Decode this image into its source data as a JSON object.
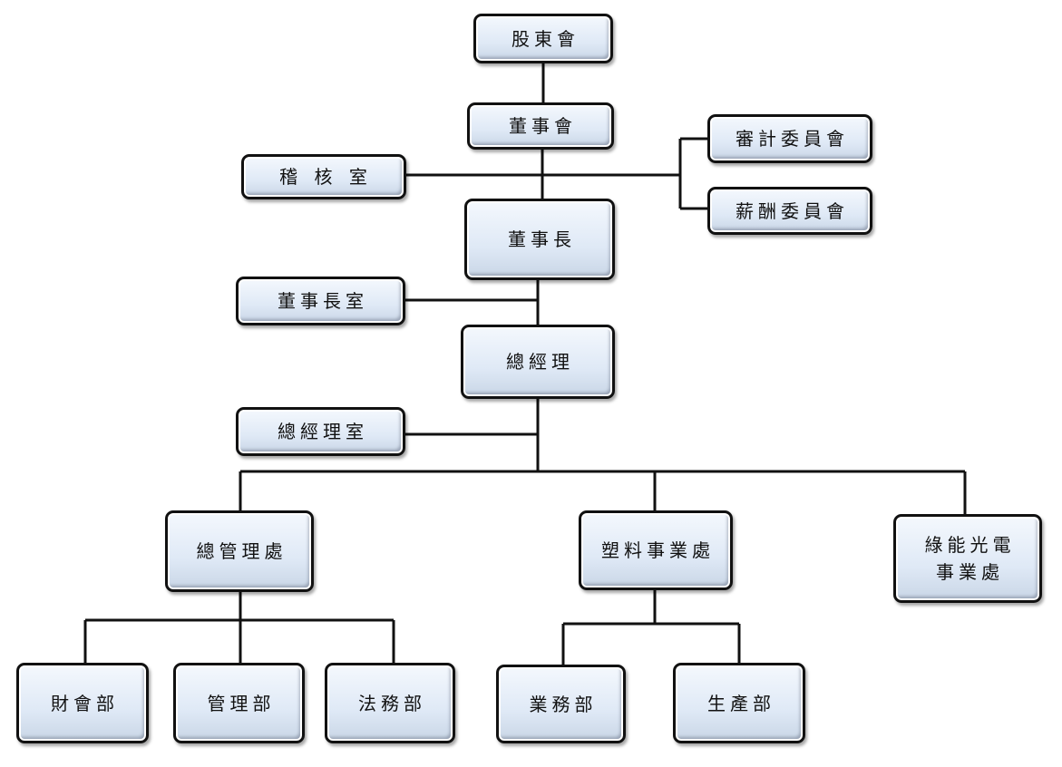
{
  "nodes": {
    "shareholders": "股東會",
    "board": "董事會",
    "audit_office": "稽 核 室",
    "audit_committee": "審計委員會",
    "remuneration_committee": "薪酬委員會",
    "chairman": "董事長",
    "chairman_office": "董事長室",
    "general_manager": "總經理",
    "gm_office": "總經理室",
    "general_admin": "總管理處",
    "plastics_division": "塑料事業處",
    "green_energy_line1": "綠能光電",
    "green_energy_line2": "事業處",
    "finance": "財會部",
    "management": "管理部",
    "legal": "法務部",
    "sales": "業務部",
    "production": "生產部"
  }
}
